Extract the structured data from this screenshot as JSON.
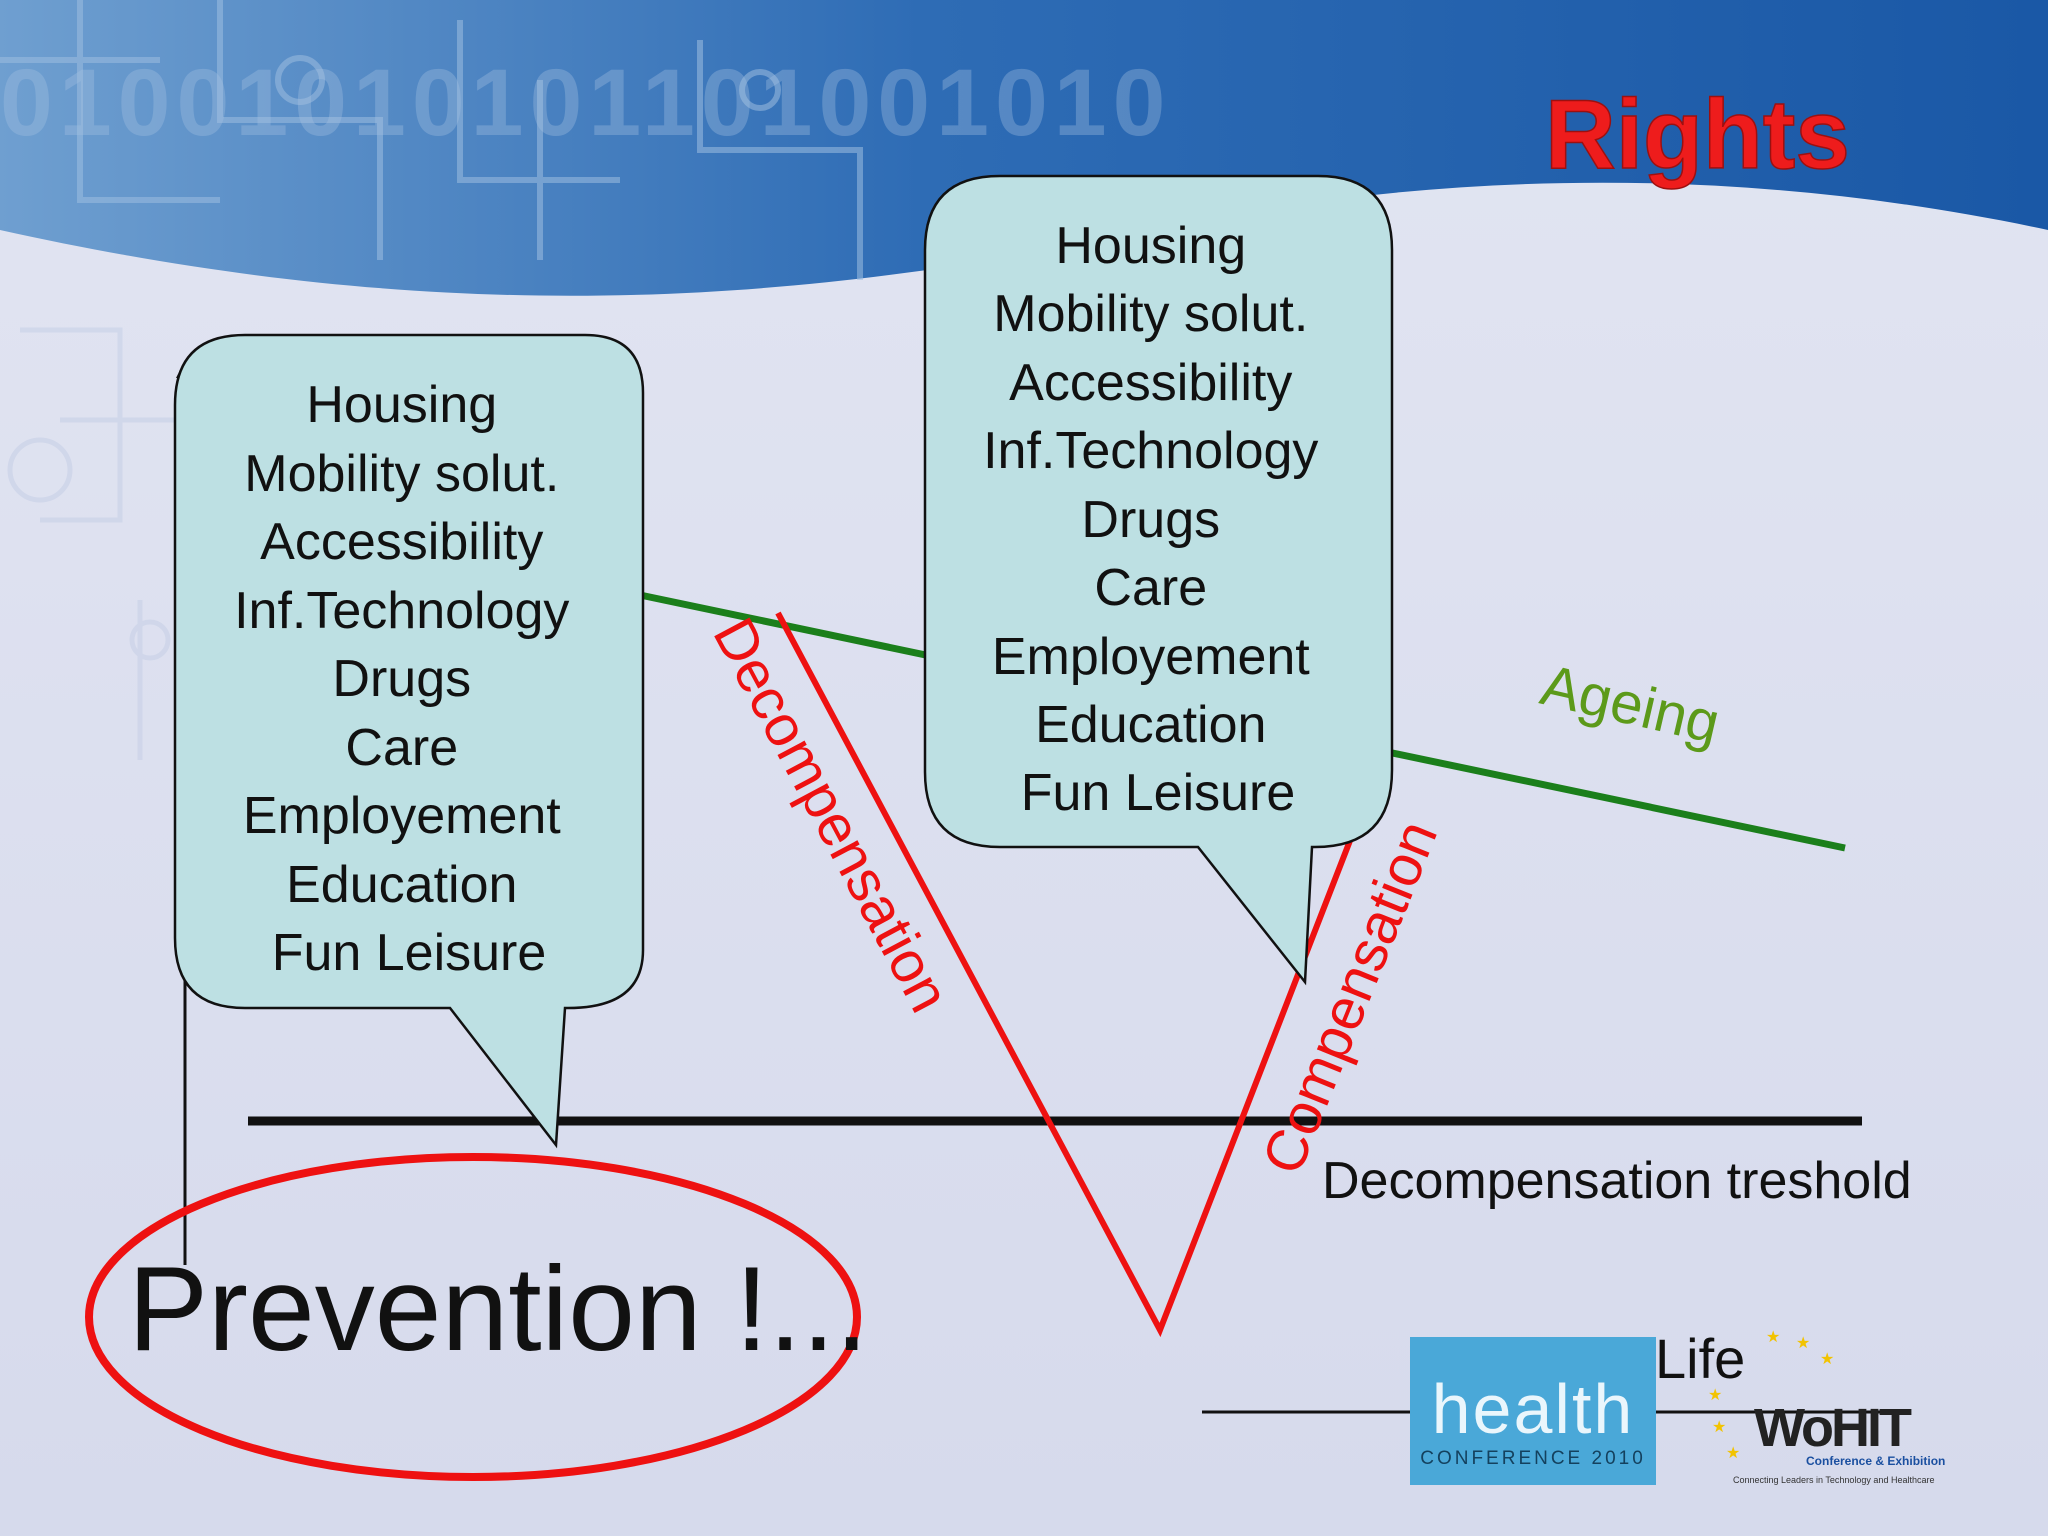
{
  "slide": {
    "title": "Rights",
    "bubble_left": {
      "items": [
        "Housing",
        "Mobility  solut.",
        "Accessibility",
        "Inf.Technology",
        "Drugs",
        "Care",
        "Employement",
        "Education",
        "Fun Leisure"
      ]
    },
    "bubble_right": {
      "items": [
        "Housing",
        "Mobility  solut.",
        "Accessibility",
        "Inf.Technology",
        "Drugs",
        "Care",
        "Employement",
        "Education",
        "Fun Leisure"
      ]
    },
    "labels": {
      "ageing": "Ageing",
      "decompensation": "Decompensation",
      "compensation": "Compensation",
      "threshold": "Decompensation treshold",
      "prevention": "Prevention !..."
    },
    "logos": {
      "health_main": "health",
      "health_sub": "CONFERENCE 2010",
      "wohit_life": "Life",
      "wohit_name": "WoHIT",
      "wohit_sub": "Conference & Exhibition",
      "wohit_tagline": "Connecting Leaders in Technology and Healthcare"
    },
    "colors": {
      "title_red": "#ee1c1c",
      "ageing_green": "#1b7f1b",
      "ageing_label": "#5c9a1a",
      "curve_red": "#ee1111",
      "bubble_fill": "#bde0e3",
      "banner_blue": "#1f5fa8",
      "health_logo_bg": "#4aa8d8",
      "wohit_blue": "#1a4fa0"
    }
  }
}
